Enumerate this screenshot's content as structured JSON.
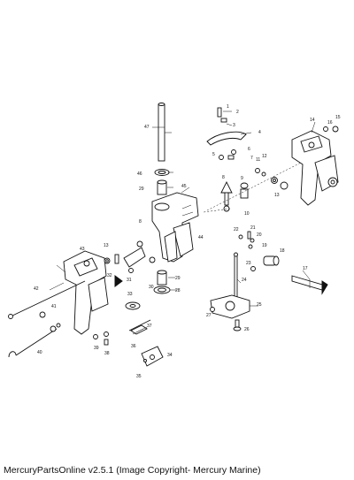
{
  "footer": {
    "caption": "MercuryPartsOnline v2.5.1 (Image Copyright- Mercury Marine)"
  },
  "diagram": {
    "part_numbers": [
      {
        "id": "47",
        "label": "47"
      },
      {
        "id": "1",
        "label": "1"
      },
      {
        "id": "2",
        "label": "2"
      },
      {
        "id": "3",
        "label": "3"
      },
      {
        "id": "4",
        "label": "4"
      },
      {
        "id": "5",
        "label": "5"
      },
      {
        "id": "6",
        "label": "6"
      },
      {
        "id": "7",
        "label": "7"
      },
      {
        "id": "8a",
        "label": "8"
      },
      {
        "id": "8b",
        "label": "8"
      },
      {
        "id": "9",
        "label": "9"
      },
      {
        "id": "10",
        "label": "10"
      },
      {
        "id": "11",
        "label": "11"
      },
      {
        "id": "12",
        "label": "12"
      },
      {
        "id": "13",
        "label": "13"
      },
      {
        "id": "14",
        "label": "14"
      },
      {
        "id": "15",
        "label": "15"
      },
      {
        "id": "16",
        "label": "16"
      },
      {
        "id": "17",
        "label": "17"
      },
      {
        "id": "18",
        "label": "18"
      },
      {
        "id": "19",
        "label": "19"
      },
      {
        "id": "20",
        "label": "20"
      },
      {
        "id": "21",
        "label": "21"
      },
      {
        "id": "22",
        "label": "22"
      },
      {
        "id": "23",
        "label": "23"
      },
      {
        "id": "24",
        "label": "24"
      },
      {
        "id": "25",
        "label": "25"
      },
      {
        "id": "26",
        "label": "26"
      },
      {
        "id": "27",
        "label": "27"
      },
      {
        "id": "28",
        "label": "28"
      },
      {
        "id": "29a",
        "label": "29"
      },
      {
        "id": "29b",
        "label": "29"
      },
      {
        "id": "30",
        "label": "30"
      },
      {
        "id": "31",
        "label": "31"
      },
      {
        "id": "32",
        "label": "32"
      },
      {
        "id": "33",
        "label": "33"
      },
      {
        "id": "34",
        "label": "34"
      },
      {
        "id": "35",
        "label": "35"
      },
      {
        "id": "36",
        "label": "36"
      },
      {
        "id": "37",
        "label": "37"
      },
      {
        "id": "38",
        "label": "38"
      },
      {
        "id": "39",
        "label": "39"
      },
      {
        "id": "40",
        "label": "40"
      },
      {
        "id": "41",
        "label": "41"
      },
      {
        "id": "42",
        "label": "42"
      },
      {
        "id": "43",
        "label": "43"
      },
      {
        "id": "44",
        "label": "44"
      },
      {
        "id": "45",
        "label": "45"
      },
      {
        "id": "46",
        "label": "46"
      },
      {
        "id": "13b",
        "label": "13"
      }
    ]
  }
}
